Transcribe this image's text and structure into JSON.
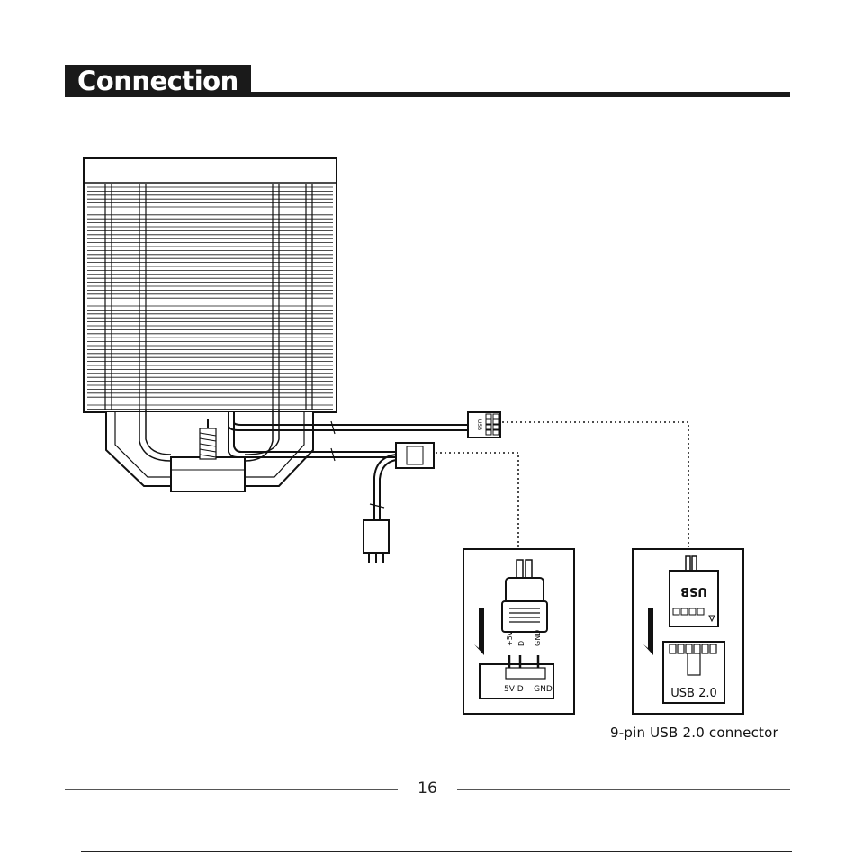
{
  "section": {
    "title": "Connection"
  },
  "argb_connector": {
    "pins_label": "+5V  D  GND",
    "pin_5v": "+5V",
    "pin_d": "D",
    "pin_gnd": "GND",
    "header_label": "5V D    GND"
  },
  "usb_connector": {
    "plug_label": "USB",
    "header_label": "USB 2.0",
    "caption": "9-pin USB 2.0 connector"
  },
  "cable_labels": {
    "usb_plug": "USB",
    "argb_plug": "+5V D GND"
  },
  "footer": {
    "page_number": "16"
  }
}
